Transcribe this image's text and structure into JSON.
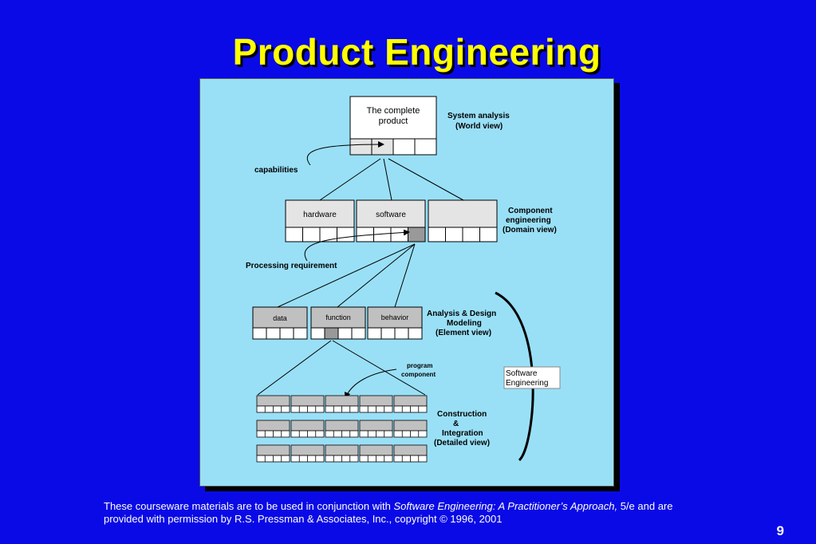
{
  "slide": {
    "title": "Product Engineering",
    "page_number": "9"
  },
  "diagram": {
    "top_box": [
      "The complete",
      "product"
    ],
    "system_analysis": [
      "System analysis",
      "(World view)"
    ],
    "capabilities": "capabilities",
    "components": [
      "hardware",
      "software",
      ""
    ],
    "component_engineering": [
      "Component",
      "engineering",
      "(Domain view)"
    ],
    "processing_requirement": "Processing requirement",
    "elements": [
      "data",
      "function",
      "behavior"
    ],
    "analysis_design": [
      "Analysis & Design",
      "Modeling",
      "(Element view)"
    ],
    "program_component": [
      "program",
      "component"
    ],
    "software_engineering": [
      "Software",
      "Engineering"
    ],
    "construction": [
      "Construction",
      "&",
      "Integration",
      "(Detailed view)"
    ]
  },
  "footer": {
    "line1_prefix": "These courseware materials are to be used in conjunction with ",
    "book_title": "Software Engineering: A Practitioner’s Approach,",
    "line1_suffix": " 5/e and are",
    "line2": "provided with permission by R.S. Pressman & Associates, Inc., copyright © 1996, 2001"
  },
  "colors": {
    "background": "#0a0ae6",
    "title": "#ffff00",
    "panel": "#99e0f7",
    "box_gray": "#c0c0c0",
    "cell_dark": "#999999"
  }
}
